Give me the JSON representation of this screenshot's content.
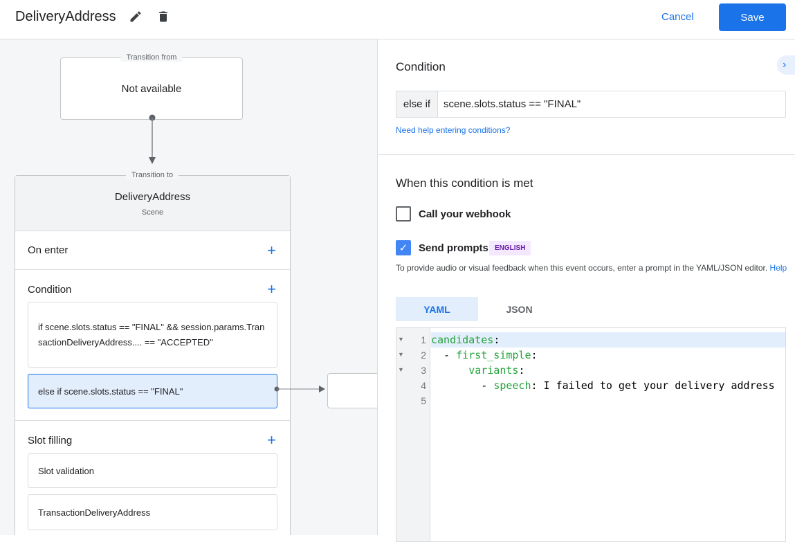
{
  "header": {
    "title": "DeliveryAddress",
    "cancel_label": "Cancel",
    "save_label": "Save",
    "icons": [
      "pencil-icon",
      "trash-icon"
    ]
  },
  "canvas": {
    "transition_from": {
      "legend": "Transition from",
      "value": "Not available"
    },
    "transition_to": {
      "legend": "Transition to",
      "scene_name": "DeliveryAddress",
      "scene_type": "Scene"
    },
    "sections": {
      "on_enter": "On enter",
      "condition": "Condition",
      "conditions": [
        "if scene.slots.status == \"FINAL\" && session.params.TransactionDeliveryAddress.... == \"ACCEPTED\"",
        "else if scene.slots.status == \"FINAL\""
      ],
      "slot_filling": "Slot filling",
      "slots": [
        "Slot validation",
        "TransactionDeliveryAddress"
      ]
    }
  },
  "panel": {
    "condition_heading": "Condition",
    "condition_prefix": "else if",
    "condition_value": "scene.slots.status == \"FINAL\"",
    "help_link": "Need help entering conditions?",
    "met_heading": "When this condition is met",
    "webhook_label": "Call your webhook",
    "webhook_checked": false,
    "prompts_label": "Send prompts",
    "prompts_checked": true,
    "language_badge": "ENGLISH",
    "description": "To provide audio or visual feedback when this event occurs, enter a prompt in the YAML/JSON editor.",
    "description_link": "Help",
    "tabs": [
      "YAML",
      "JSON"
    ],
    "active_tab": "YAML",
    "editor_lines": [
      {
        "num": "1",
        "indent": "",
        "key": "candidates",
        "rest": ":"
      },
      {
        "num": "2",
        "indent": "  - ",
        "key": "first_simple",
        "rest": ":"
      },
      {
        "num": "3",
        "indent": "      ",
        "key": "variants",
        "rest": ":"
      },
      {
        "num": "4",
        "indent": "        - ",
        "key": "speech",
        "rest": ": I failed to get your delivery address"
      },
      {
        "num": "5",
        "indent": "",
        "key": "",
        "rest": ""
      }
    ]
  },
  "colors": {
    "accent": "#1a73e8",
    "code_key": "#22a33a",
    "badge_bg": "#f3e8fd",
    "badge_text": "#681da8"
  }
}
